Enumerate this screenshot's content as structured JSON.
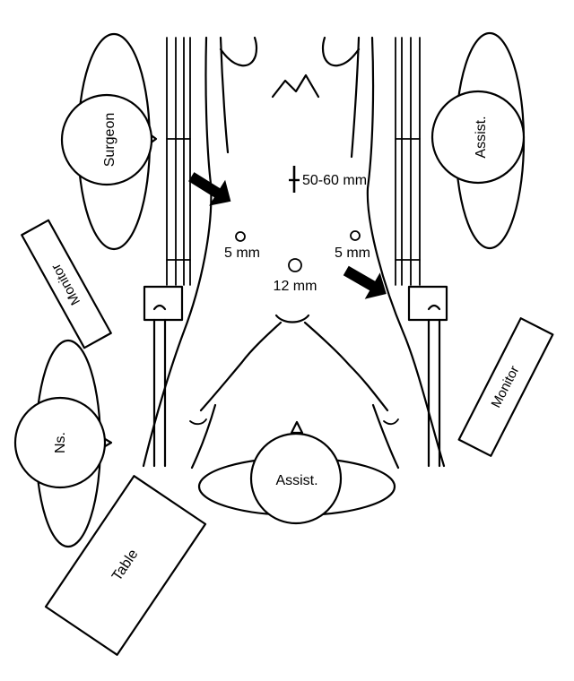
{
  "diagram": {
    "persons": {
      "surgeon": "Surgeon",
      "assist_right": "Assist.",
      "assist_bottom": "Assist.",
      "nurse": "Ns."
    },
    "equipment": {
      "monitor_left": "Monitor",
      "monitor_right": "Monitor",
      "table": "Table"
    },
    "ports": {
      "left_port": "5 mm",
      "right_port": "5 mm",
      "umbilical_port": "12 mm"
    },
    "incision": "50-60 mm"
  }
}
